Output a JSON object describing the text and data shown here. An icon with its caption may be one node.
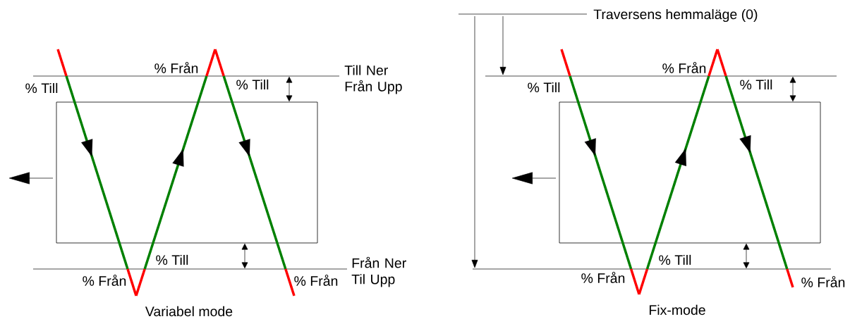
{
  "diagram": {
    "nodes": [
      {
        "text": [],
        "shape": "box"
      },
      {
        "text": [],
        "shape": "box"
      }
    ],
    "edges": [],
    "labels": [
      "% Från",
      "Till Ner Från Upp",
      "% Till",
      "% Till",
      "% Till",
      "Från Ner Til Upp",
      "% Från",
      "% Från",
      "Variabel mode",
      "Traversens hemmaläge (0)",
      "% Från",
      "% Till",
      "% Till",
      "% Till",
      "% Från",
      "% Från",
      "Fix-mode"
    ]
  }
}
